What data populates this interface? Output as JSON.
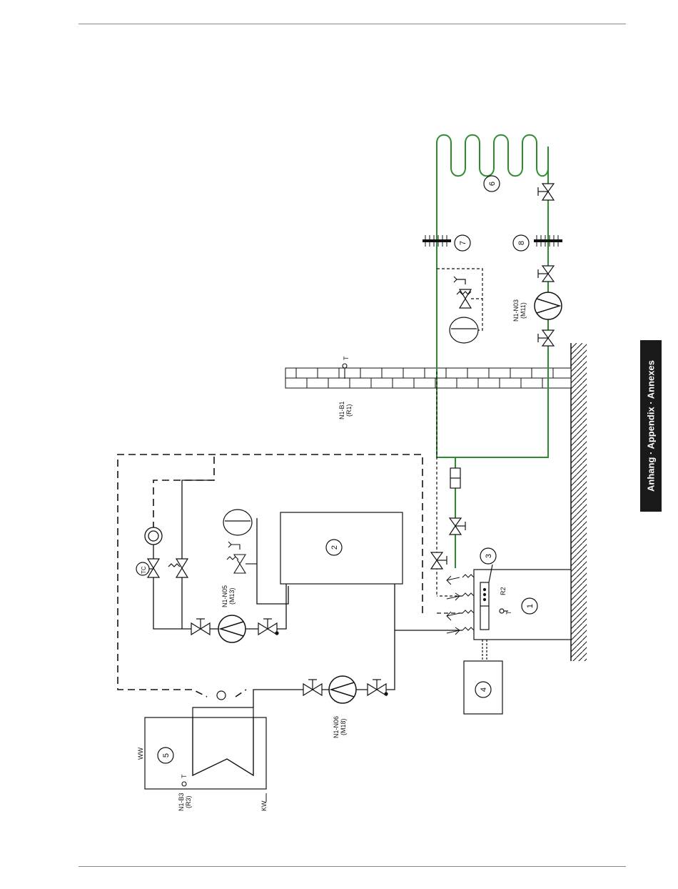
{
  "side_tab": {
    "label": "Anhang · Appendix · Annexes"
  },
  "labels": {
    "n1_b1": "N1-B1",
    "r1": "(R1)",
    "t_b1": "T",
    "n1_n03": "N1-N03",
    "m11": "(M11)",
    "n1_n05": "N1-N05",
    "m13": "(M13)",
    "n1_n06": "N1-N06",
    "m18": "(M18)",
    "n1_b3": "N1-B3",
    "r3": "(R3)",
    "t_b3": "T",
    "r2": "R2",
    "t_r2": "T",
    "ww": "WW",
    "kw": "KW",
    "tc": "TC"
  },
  "components": [
    "1",
    "2",
    "3",
    "4",
    "5",
    "6",
    "7",
    "8"
  ],
  "colors": {
    "brine_pipe": "#2e8b2e",
    "line": "#111111",
    "tab_bg": "#1a1a1a"
  }
}
